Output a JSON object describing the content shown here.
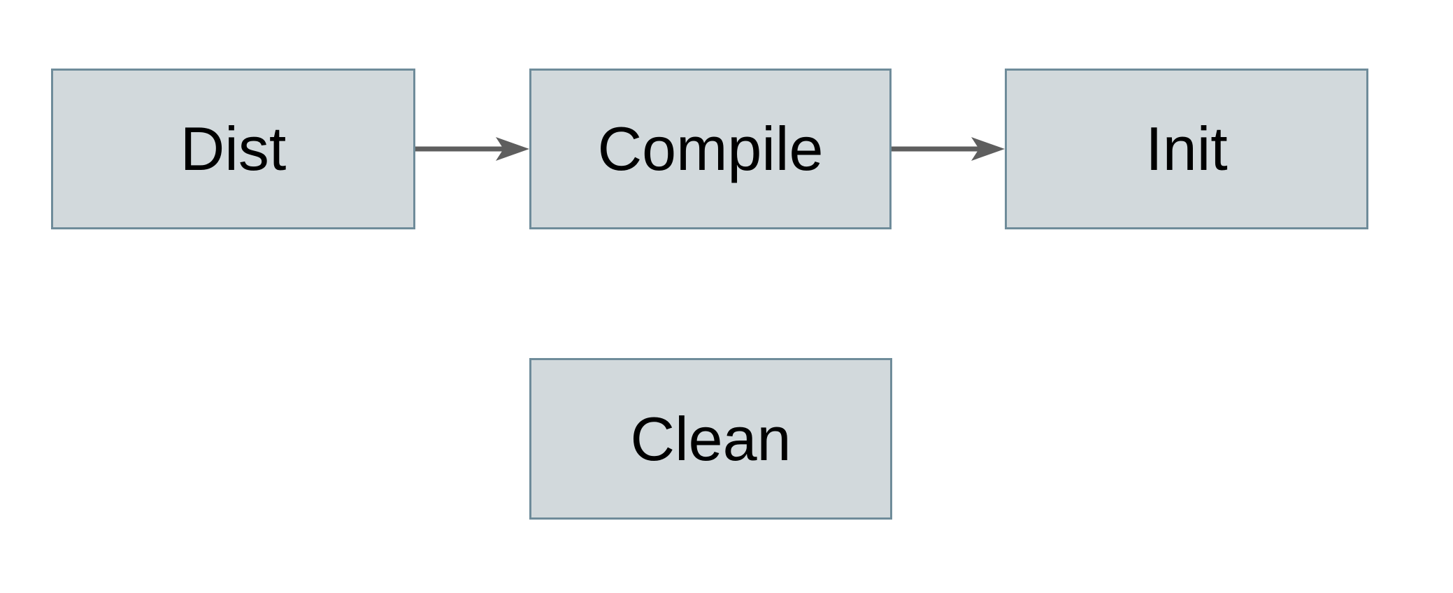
{
  "diagram": {
    "type": "flowchart",
    "background_color": "#ffffff",
    "node_fill_color": "#d2d9dc",
    "node_border_color": "#6f8c9a",
    "arrow_color": "#5e5e5e",
    "text_color": "#000000",
    "nodes": [
      {
        "id": "dist",
        "label": "Dist"
      },
      {
        "id": "compile",
        "label": "Compile"
      },
      {
        "id": "init",
        "label": "Init"
      },
      {
        "id": "clean",
        "label": "Clean"
      }
    ],
    "edges": [
      {
        "from": "Dist",
        "to": "Compile",
        "style": "arrow"
      },
      {
        "from": "Compile",
        "to": "Init",
        "style": "arrow"
      }
    ]
  }
}
